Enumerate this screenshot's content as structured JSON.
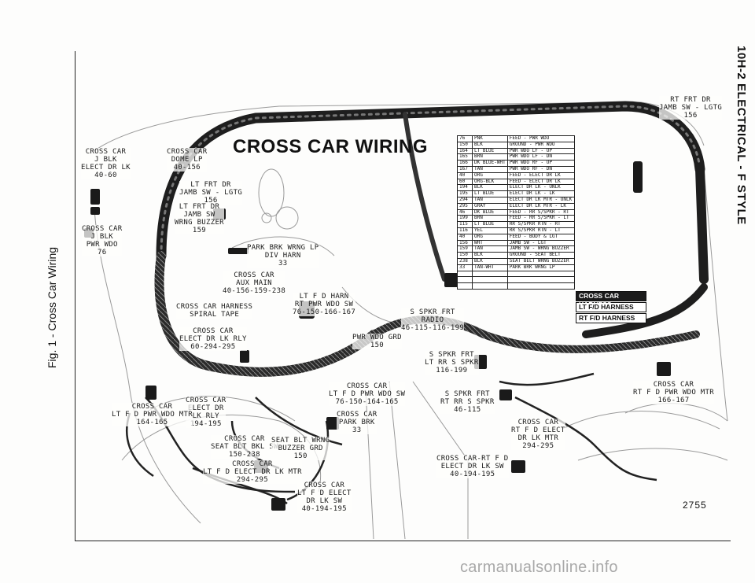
{
  "header": {
    "page_title": "10H-2 ELECTRICAL - F STYLE"
  },
  "caption": "Fig. 1 - Cross Car Wiring",
  "title": "CROSS CAR WIRING",
  "figure_number": "2755",
  "watermark": "carmanualsonline.info",
  "labels": {
    "cross_car_elect_dr_lk_top": "CROSS CAR\nJ BLK\nELECT DR LK\n40-60",
    "cross_car_dome_lp": "CROSS CAR\nDOME LP\n40-156",
    "lt_frt_dr_jamb_sw": "LT FRT DR\nJAMB SW - LGTG\n156",
    "lt_frt_dr_wrng_buzzer": "LT FRT DR\nJAMB SW\nWRNG BUZZER\n159",
    "cross_car_pwr_wdo": "CROSS CAR\nJ BLK\nPWR WDO\n76",
    "park_brk_wrng": "PARK BRK WRNG LP\nDIV HARN\n33",
    "cross_car_aux_main": "CROSS CAR\nAUX MAIN\n40-156-159-238",
    "spiral_tape": "CROSS CAR HARNESS\nSPIRAL TAPE",
    "lt_f_d_harn": "LT F D HARN\nRT PWR WDO SW\n76-150-166-167",
    "cross_car_elect_dr_lk_rly": "CROSS CAR\nELECT DR LK RLY\n60-294-295",
    "pwr_wdo_grd": "PWR WDO GRD\n150",
    "s_spkr_frt_radio": "S SPKR FRT\nRADIO\n46-115-116-199",
    "s_spkr_frt_lt_rr": "S SPKR FRT\nLT RR S SPKR\n116-199",
    "rt_frt_dr_jamb": "RT FRT DR\nJAMB SW - LGTG\n156",
    "cross_car_rt_f_d_pwr": "CROSS CAR\nRT F D PWR WDO MTR\n166-167",
    "cross_car_lt_f_d_pwr_sw": "CROSS CAR\nLT F D PWR WDO SW\n76-150-164-165",
    "s_spkr_frt_rt_rr": "S SPKR FRT\nRT RR S SPKR\n46-115",
    "cross_car_elect_dr_lk_rly2": "CROSS CAR\nELECT DR\nLK RLY\n194-195",
    "cross_car_lt_f_d_pwr_mtr": "CROSS CAR\nLT F D PWR WDO MTR\n164-165",
    "cross_car_park_brk": "CROSS CAR\nPARK BRK\n33",
    "cross_car_rt_f_d_elect": "CROSS CAR\nRT F D ELECT\nDR LK MTR\n294-295",
    "seat_blt_bkl_sw": "CROSS CAR\nSEAT BLT BKL SW\n150-238",
    "seat_blt_wrng": "SEAT BLT WRNG\nBUZZER GRD\n150",
    "cross_car_rt_f_d_elect_sw": "CROSS CAR-RT F D\nELECT DR LK SW\n40-194-195",
    "cross_car_lt_f_d_elect_mtr": "CROSS CAR\nLT F D ELECT DR LK MTR\n294-295",
    "cross_car_lt_f_d_elect_sw": "CROSS CAR\nLT F D ELECT\nDR LK SW\n40-194-195"
  },
  "wire_table": [
    [
      "76",
      "PNK",
      "FEED - PWR WDO"
    ],
    [
      "150",
      "BLK",
      "GROUND - PWR WDO"
    ],
    [
      "164",
      "LT BLUE",
      "PWR WDO LF - UP"
    ],
    [
      "165",
      "BRN",
      "PWR WDO LF - DN"
    ],
    [
      "166",
      "DK BLUE-WHT",
      "PWR WDO RF - UP"
    ],
    [
      "167",
      "TAN",
      "PWR WDO RF - DN"
    ],
    [
      "40",
      "ORG",
      "FEED - ELECT DR LK"
    ],
    [
      "60",
      "ORG-BLK",
      "FEED - ELECT DR LK"
    ],
    [
      "194",
      "BLK",
      "ELECT DR LK - UNLK"
    ],
    [
      "195",
      "LT BLUE",
      "ELECT DR LK - LK"
    ],
    [
      "294",
      "TAN",
      "ELECT DR LK MTR - UNLK"
    ],
    [
      "295",
      "GRAY",
      "ELECT DR LK MTR - LK"
    ],
    [
      "46",
      "DK BLUE",
      "FEED - RR S/SPKR - RT"
    ],
    [
      "199",
      "BRN",
      "FEED - RR S/SPKR - LT"
    ],
    [
      "115",
      "LT BLUE",
      "RR S/SPKR RTN - RT"
    ],
    [
      "116",
      "YEL",
      "RR S/SPKR RTN - LT"
    ],
    [
      "40",
      "ORG",
      "FEED - BODY & LGT"
    ],
    [
      "156",
      "WHT",
      "JAMB SW - LGT"
    ],
    [
      "159",
      "TAN",
      "JAMB SW - WRNG BUZZER"
    ],
    [
      "150",
      "BLK",
      "GROUND - SEAT BELT"
    ],
    [
      "238",
      "BLK",
      "SEAT BELT WRNG BUZZER"
    ],
    [
      "33",
      "TAN-WHT",
      "PARK BRK WRNG LP"
    ],
    [
      "",
      "",
      ""
    ],
    [
      "",
      "",
      ""
    ],
    [
      "",
      "",
      ""
    ]
  ],
  "legend": [
    {
      "label": "CROSS CAR HARNESS",
      "bg": "#1b1b1b",
      "fg": "#ffffff"
    },
    {
      "label": "LT F/D HARNESS",
      "bg": "#ffffff",
      "fg": "#111111"
    },
    {
      "label": "RT F/D HARNESS",
      "bg": "#ffffff",
      "fg": "#111111"
    }
  ]
}
